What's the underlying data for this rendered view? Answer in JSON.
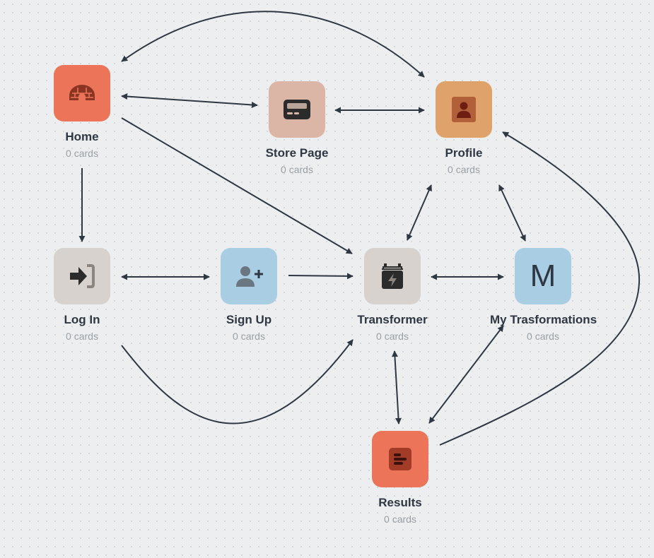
{
  "colors": {
    "edge": "#2f3742",
    "home": "#ec7458",
    "store": "#dbb6a6",
    "profile": "#dfa26b",
    "login": "#d7d2cd",
    "signup": "#a9cde3",
    "transformer": "#d7d2cd",
    "mytransformations": "#a9cde3",
    "results": "#ec7458"
  },
  "nodes": {
    "home": {
      "label": "Home",
      "count": "0 cards",
      "icon": "igloo-icon"
    },
    "store": {
      "label": "Store Page",
      "count": "0 cards",
      "icon": "credit-card-icon"
    },
    "profile": {
      "label": "Profile",
      "count": "0 cards",
      "icon": "user-portrait-icon"
    },
    "login": {
      "label": "Log In",
      "count": "0 cards",
      "icon": "sign-in-icon"
    },
    "signup": {
      "label": "Sign Up",
      "count": "0 cards",
      "icon": "user-plus-icon"
    },
    "transformer": {
      "label": "Transformer",
      "count": "0 cards",
      "icon": "car-battery-icon"
    },
    "mytransformations": {
      "label": "My Trasformations",
      "count": "0 cards",
      "letter": "M"
    },
    "results": {
      "label": "Results",
      "count": "0 cards",
      "icon": "list-icon"
    }
  },
  "edges": [
    {
      "from": "home",
      "to": "profile",
      "both": true
    },
    {
      "from": "home",
      "to": "store",
      "both": true
    },
    {
      "from": "store",
      "to": "profile",
      "both": true
    },
    {
      "from": "home",
      "to": "login",
      "both": false
    },
    {
      "from": "home",
      "to": "transformer",
      "both": false
    },
    {
      "from": "login",
      "to": "signup",
      "both": true
    },
    {
      "from": "signup",
      "to": "transformer",
      "both": false
    },
    {
      "from": "transformer",
      "to": "mytransformations",
      "both": true
    },
    {
      "from": "transformer",
      "to": "profile",
      "both": true
    },
    {
      "from": "profile",
      "to": "mytransformations",
      "both": true
    },
    {
      "from": "login",
      "to": "transformer",
      "both": false
    },
    {
      "from": "transformer",
      "to": "results",
      "both": true
    },
    {
      "from": "results",
      "to": "mytransformations",
      "both": true
    },
    {
      "from": "results",
      "to": "profile",
      "both": false
    }
  ]
}
